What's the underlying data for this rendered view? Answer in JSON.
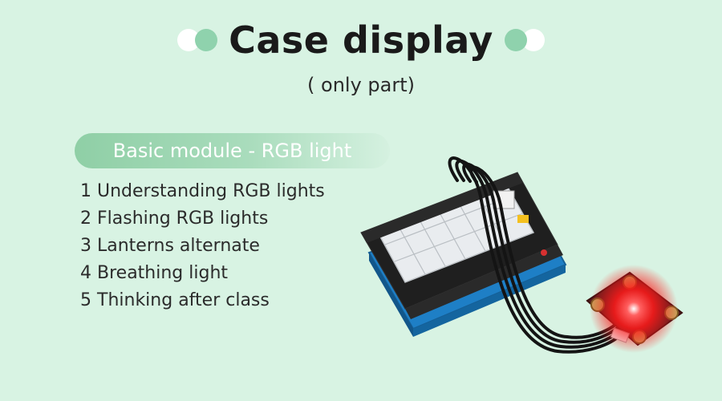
{
  "header": {
    "title": "Case display",
    "subtitle": "( only part)"
  },
  "module": {
    "label": "Basic module - RGB light"
  },
  "lessons": [
    {
      "num": "1",
      "text": "Understanding RGB lights"
    },
    {
      "num": "2",
      "text": "Flashing RGB lights"
    },
    {
      "num": "3",
      "text": "Lanterns alternate"
    },
    {
      "num": "4",
      "text": "Breathing light"
    },
    {
      "num": "5",
      "text": "Thinking after class"
    }
  ],
  "colors": {
    "background": "#d8f3e3",
    "accent_green": "#8fd2ad",
    "pcb_blue": "#1e88d0",
    "led_red": "#ff1a1a"
  },
  "icons": [
    "decor-dots-icon",
    "rgb-module-photo"
  ]
}
